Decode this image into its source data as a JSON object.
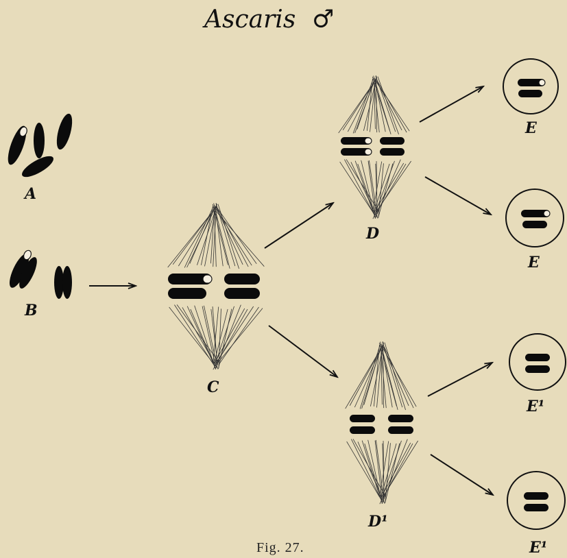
{
  "figure": {
    "title": "Ascaris",
    "male_symbol": "♂",
    "caption": "Fig. 27.",
    "labels": {
      "A": "A",
      "B": "B",
      "C": "C",
      "D": "D",
      "D1": "D¹",
      "E_top": "E",
      "E_second": "E",
      "E1_third": "E¹",
      "E1_bottom": "E¹"
    },
    "colors": {
      "background": "#e7dcbb",
      "ink": "#111111"
    }
  }
}
